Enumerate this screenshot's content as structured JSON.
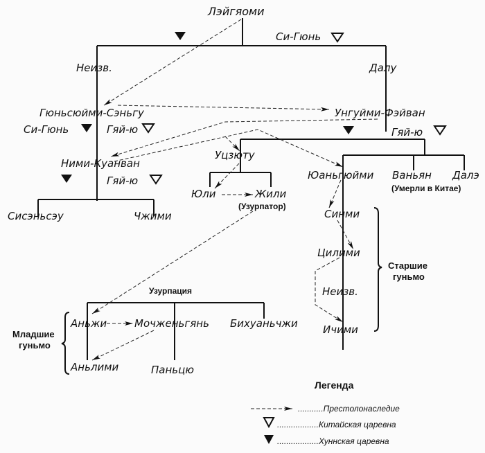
{
  "title": "Генеалогия шаньюев хунну (гюньмо)",
  "persons": {
    "leigyaomi": "Лэйгяоми",
    "neizv_top": "Неизв.",
    "dalu": "Далу",
    "gyunsyuimi": "Гюньсюйми-Сэньгу",
    "ungyuimi": "Унгуйми-Фэйван",
    "nimi": "Ними-Куанван",
    "utszyutu": "Уцзюту",
    "yuanguimi": "Юаньгюйми",
    "vanyan": "Ваньян",
    "dale": "Далэ",
    "yuli": "Юли",
    "zhili": "Жили",
    "sisenseu": "Сисэньсэу",
    "chzhimi": "Чжими",
    "sinmi": "Синми",
    "tsilimi": "Цилими",
    "neizv_mid": "Неизв.",
    "ichimi": "Ичими",
    "anzhi": "Аньжи",
    "mochzhenyan": "Мочженьгянь",
    "bikhuanchzhi": "Бихуаньчжи",
    "anlimi": "Аньлими",
    "pantsyu": "Паньцю"
  },
  "spouses": {
    "leigyaomi_chinese": "Си-Гюнь",
    "gyunsyuimi_hunnic": "Си-Гюнь",
    "gyunsyuimi_chinese": "Гяй-ю",
    "ungyuimi_chinese": "Гяй-ю",
    "nimi_chinese": "Гяй-ю"
  },
  "notes": {
    "died_in_china": "(Умерли в Китае)",
    "usurper": "(Узурпатор)",
    "usurpation": "Узурпация"
  },
  "groups": {
    "senior": [
      "Старшие",
      "гуньмо"
    ],
    "junior": [
      "Младшие",
      "гуньмо"
    ]
  },
  "legend": {
    "title": "Легенда",
    "items": [
      {
        "symbol": "dashed-arrow",
        "label": "...........Престолонаследие"
      },
      {
        "symbol": "hollow-triangle",
        "label": "..................Китайская царевна"
      },
      {
        "symbol": "filled-triangle",
        "label": "..................Хуннская царевна"
      }
    ]
  },
  "colors": {
    "ink": "#111111",
    "background": "#fbfbfb"
  }
}
